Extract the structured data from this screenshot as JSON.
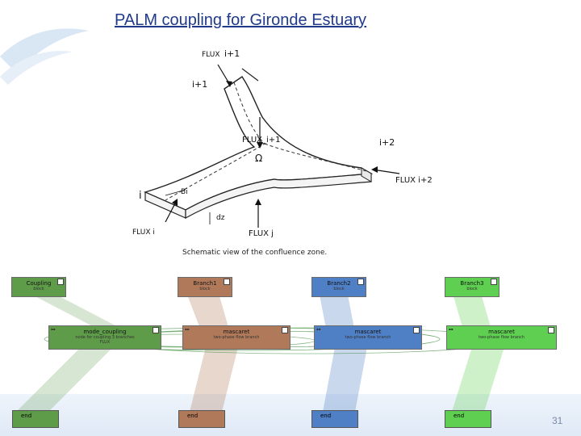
{
  "slide": {
    "title": "PALM coupling for Gironde Estuary",
    "page_number": "31"
  },
  "schematic": {
    "labels": {
      "flux_top": "FLUX",
      "flux_top_idx": "i+1",
      "i_plus_1": "i+1",
      "flux_mid": "FLUX_i+1",
      "omega": "Ω",
      "i_plus_2": "i+2",
      "flux_right": "FLUX i+2",
      "b": "Bi",
      "i": "i",
      "dz": "dz",
      "flux_left": "FLUX i",
      "flux_j": "FLUX j"
    },
    "caption": "Schematic view of the confluence zone."
  },
  "coupling": {
    "top_boxes": [
      {
        "title": "Coupling",
        "sub": "block"
      },
      {
        "title": "Branch1",
        "sub": "block"
      },
      {
        "title": "Branch2",
        "sub": "block"
      },
      {
        "title": "Branch3",
        "sub": "block"
      }
    ],
    "mid_boxes": [
      {
        "title": "mode_coupling",
        "sub": "node for coupling 3 branches",
        "extra": "FLUX"
      },
      {
        "title": "mascaret",
        "sub": "two-phase flow branch"
      },
      {
        "title": "mascaret",
        "sub": "two-phase flow branch"
      },
      {
        "title": "mascaret",
        "sub": "two-phase flow branch"
      }
    ],
    "end_label": "end",
    "colors": {
      "green": "#5e9c4a",
      "brown": "#b07a5a",
      "blue": "#4f7fc4",
      "lightgreen": "#5ecf50"
    }
  }
}
